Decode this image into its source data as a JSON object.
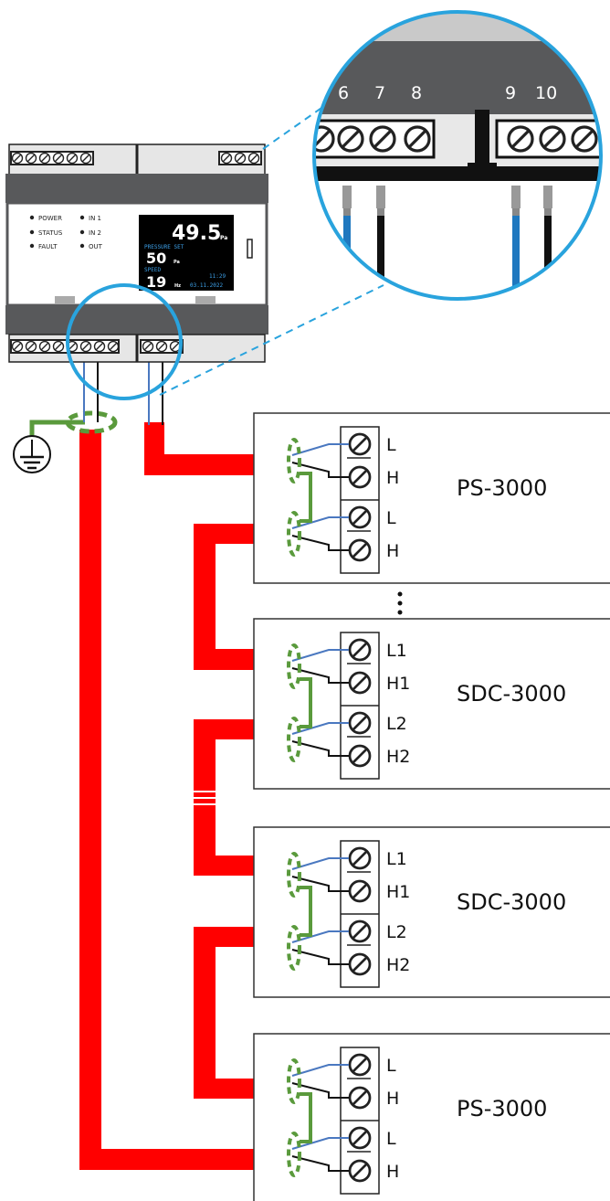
{
  "controller": {
    "leds_left": [
      "POWER",
      "STATUS",
      "FAULT"
    ],
    "leds_right": [
      "IN 1",
      "IN 2",
      "OUT"
    ],
    "screen": {
      "pressure_value": "49.5",
      "pressure_unit": "Pa",
      "pressure_set_label": "PRESSURE SET",
      "pressure_set_value": "50",
      "pressure_set_unit": "Pa",
      "speed_label": "SPEED",
      "speed_value": "19",
      "speed_unit": "Hz",
      "time": "11:29",
      "date": "03.11.2022"
    }
  },
  "zoom": {
    "terminal_numbers": [
      "6",
      "7",
      "8",
      "9",
      "10"
    ]
  },
  "devices": [
    {
      "name": "PS-3000",
      "terminals": [
        "L",
        "H",
        "L",
        "H"
      ]
    },
    {
      "name": "SDC-3000",
      "terminals": [
        "L1",
        "H1",
        "L2",
        "H2"
      ]
    },
    {
      "name": "SDC-3000",
      "terminals": [
        "L1",
        "H1",
        "L2",
        "H2"
      ]
    },
    {
      "name": "PS-3000",
      "terminals": [
        "L",
        "H",
        "L",
        "H"
      ]
    }
  ],
  "colors": {
    "cable": "#ff0000",
    "shield": "#5a9a3c",
    "wire_low": "#4a78c0",
    "wire_high": "#111111",
    "zoom_circle": "#29a3dd",
    "housing_dark": "#58595b",
    "housing_light": "#e6e6e6"
  }
}
